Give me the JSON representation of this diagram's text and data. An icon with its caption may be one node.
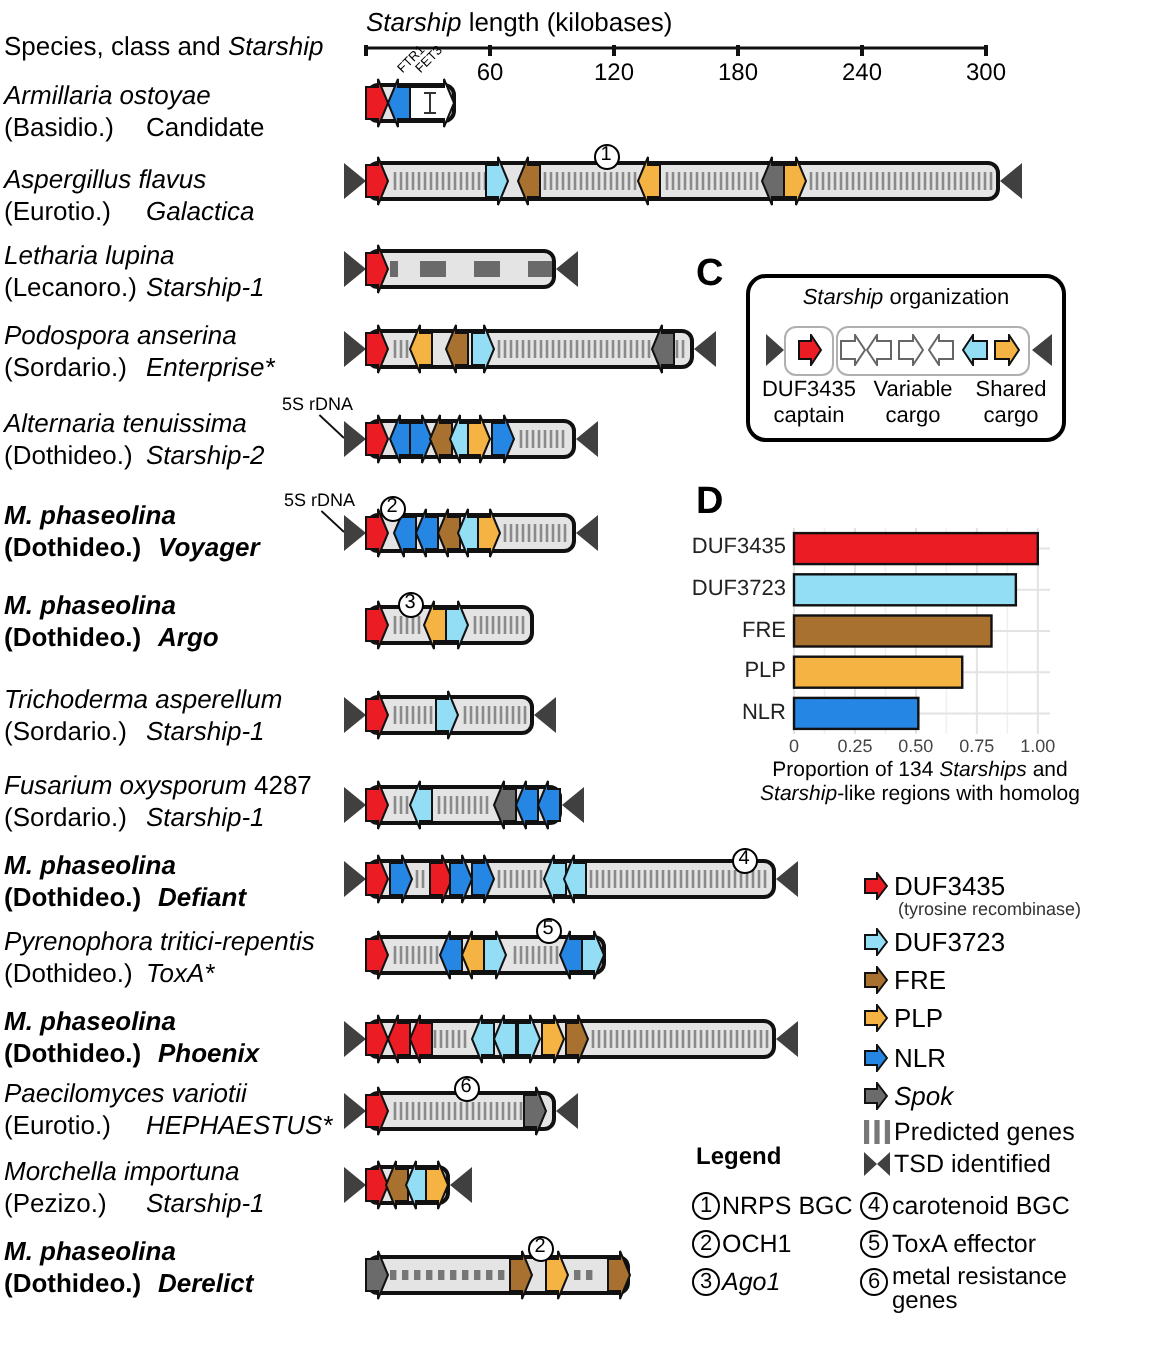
{
  "diagram": {
    "nodes": [
      {
        "text": [],
        "shape": "bar",
        "beside": [
          "Armillaria ostoyae",
          "(Basidio.)",
          "Candidate"
        ]
      },
      {
        "text": [],
        "shape": "bar",
        "beside": [
          "Aspergillus flavus",
          "(Eurotio.)",
          "Galactica"
        ]
      },
      {
        "text": [],
        "shape": "bar",
        "beside": [
          "Letharia lupina",
          "(Lecanoro.)",
          "Starship-1"
        ]
      },
      {
        "text": [],
        "shape": "bar",
        "beside": [
          "Podospora anserina",
          "(Sordario.)",
          "Enterprise*"
        ]
      },
      {
        "text": [
          "5S rDNA"
        ]
      },
      {
        "text": [],
        "shape": "bar",
        "beside": [
          "Alternaria tenuissima",
          "(Dothideo.)",
          "Starship-2"
        ]
      },
      {
        "text": [
          "5S rDNA"
        ]
      },
      {
        "text": [],
        "shape": "bar",
        "beside": [
          "M. phaseolina",
          "(Dothideo.)",
          "Voyager"
        ]
      },
      {
        "text": [],
        "shape": "bar",
        "beside": [
          "M. phaseolina",
          "(Dothideo.)",
          "Argo"
        ]
      },
      {
        "text": [],
        "shape": "bar",
        "beside": [
          "Trichoderma asperellum",
          "(Sordario.)",
          "Starship-1"
        ]
      },
      {
        "text": [],
        "shape": "bar",
        "beside": [
          "*Fusarium oxysporum* 4287",
          "(Sordario.)",
          "Starship-1"
        ]
      },
      {
        "text": [],
        "shape": "bar",
        "beside": [
          "M. phaseolina",
          "(Dothideo.)",
          "Defiant"
        ]
      },
      {
        "text": [],
        "shape": "bar",
        "beside": [
          "Pyrenophora tritici-repentis",
          "(Dothideo.)",
          "ToxA*"
        ]
      },
      {
        "text": [],
        "shape": "bar",
        "beside": [
          "M. phaseolina",
          "(Dothideo.)",
          "Phoenix"
        ]
      },
      {
        "text": [],
        "shape": "bar",
        "beside": [
          "Paecilomyces variotii",
          "(Eurotio.)",
          "HEPHAESTUS*"
        ]
      },
      {
        "text": [],
        "shape": "bar",
        "beside": [
          "Morchella importuna",
          "(Pezizo.)",
          "Starship-1"
        ]
      },
      {
        "text": [],
        "shape": "bar",
        "beside": [
          "M. phaseolina",
          "(Dothideo.)",
          "Derelict"
        ]
      },
      {
        "text": [
          "*Starship* organization"
        ]
      },
      {
        "text": [
          "DUF3435 captain"
        ],
        "in": 17
      },
      {
        "text": [
          "Variable cargo",
          "Shared cargo"
        ],
        "in": 17
      }
    ],
    "edges": [
      {
        "from": 4,
        "to": 5,
        "arrow": "none"
      },
      {
        "from": 6,
        "to": 7,
        "arrow": "none"
      }
    ],
    "labels": [
      "Species, class and *Starship*",
      "*Starship* length (kilobases)",
      "60",
      "120",
      "180",
      "240",
      "300",
      "FTR1",
      "FET3",
      "1",
      "C",
      "2",
      "D",
      "3",
      "4",
      "(tyrosine recombinase)",
      "5",
      "6",
      "Legend",
      "1",
      "NRPS BGC",
      "4",
      "carotenoid BGC",
      "2",
      "2",
      "OCH1",
      "5",
      "ToxA effector",
      "3",
      "Ago1",
      "6",
      "metal resistance genes"
    ],
    "legend": [
      {
        "text": "DUF3435",
        "color": "#ec1c24"
      },
      {
        "text": "DUF3723",
        "color": "#93ddf5"
      },
      {
        "text": "FRE",
        "color": "#a8712f"
      },
      {
        "text": "PLP",
        "color": "#f4b342"
      },
      {
        "text": "NLR",
        "color": "#2586e4"
      },
      {
        "text": "Spok",
        "color": "#6b6b6b"
      },
      {
        "text": "Predicted genes"
      },
      {
        "text": "TSD identified"
      }
    ],
    "chart_data": {
      "type": "bar",
      "orientation": "horizontal",
      "categories": [
        "DUF3435",
        "DUF3723",
        "FRE",
        "PLP",
        "NLR"
      ],
      "series": [
        {
          "color": "#ec1c24",
          "values": [
            1.0,
            null,
            null,
            null,
            null
          ]
        },
        {
          "color": "#93ddf5",
          "values": [
            null,
            0.91,
            null,
            null,
            null
          ]
        },
        {
          "color": "#a8712f",
          "values": [
            null,
            null,
            0.81,
            null,
            null
          ]
        },
        {
          "color": "#f4b342",
          "values": [
            null,
            null,
            null,
            0.69,
            null
          ]
        },
        {
          "color": "#2586e4",
          "values": [
            null,
            null,
            null,
            null,
            0.51
          ]
        }
      ],
      "stacked": true,
      "grid": true,
      "xlabel": "Proportion of 134 *Starships* and *Starship*-like regions with homolog",
      "xlim": [
        0,
        1.05
      ],
      "xticks": [
        0,
        0.25,
        {
          "value": 0.5,
          "label": "0.50"
        },
        0.75,
        {
          "value": 1,
          "label": "1.00"
        }
      ]
    }
  }
}
